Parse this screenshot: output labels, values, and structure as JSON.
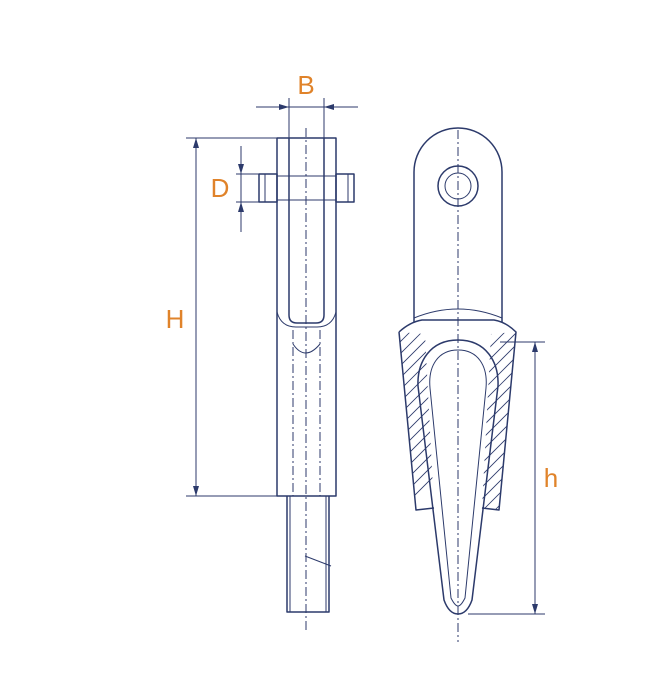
{
  "dimensions": {
    "width_label": "B",
    "pin_label": "D",
    "total_height_label": "H",
    "cone_height_label": "h"
  },
  "colors": {
    "line": "#2c3a6b",
    "dimension_text": "#e0832a",
    "background": "#ffffff"
  }
}
